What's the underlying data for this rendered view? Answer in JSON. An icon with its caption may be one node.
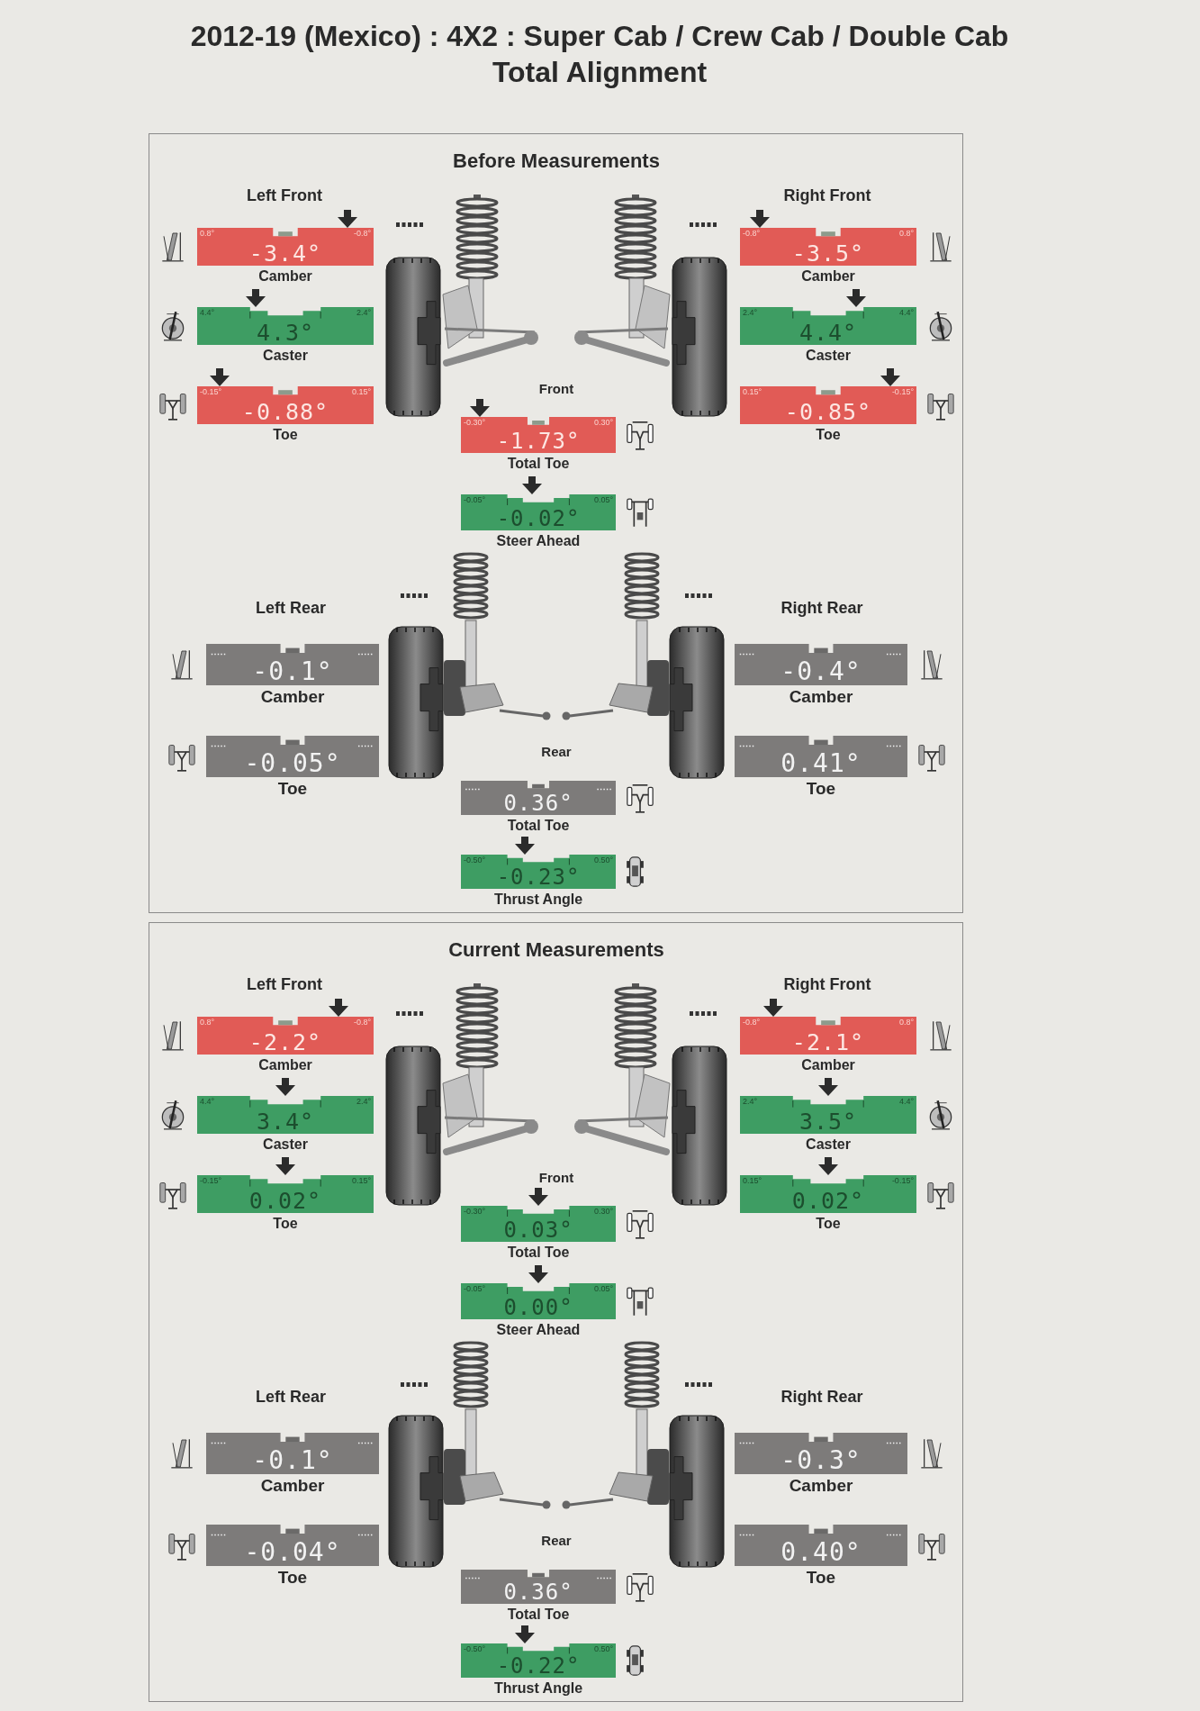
{
  "diagram": {
    "title": "2012-19 (Mexico) : 4X2 : Super Cab / Crew Cab / Double Cab",
    "nodes": [
      {
        "text": [
          "Before Measurements"
        ]
      },
      {
        "text": [
          "0.8°",
          "-0.8°",
          "-3.4°"
        ],
        "in": 0,
        "beside": [
          "Camber"
        ]
      },
      {
        "text": [
          "4.4°",
          "2.4°",
          "4.3°"
        ],
        "in": 0,
        "beside": [
          "Caster"
        ]
      },
      {
        "text": [
          "-0.15°",
          "0.15°",
          "-0.88°"
        ],
        "in": 0,
        "beside": [
          "Toe"
        ]
      },
      {
        "text": [
          "-0.8°",
          "0.8°",
          "-3.5°"
        ],
        "in": 0,
        "beside": [
          "Camber"
        ]
      },
      {
        "text": [
          "2.4°",
          "4.4°",
          "4.4°"
        ],
        "in": 0,
        "beside": [
          "Caster"
        ]
      },
      {
        "text": [
          "0.15°",
          "-0.15°",
          "-0.85°"
        ],
        "in": 0,
        "beside": [
          "Toe"
        ]
      },
      {
        "text": [
          "-0.30°",
          "0.30°",
          "-1.73°"
        ],
        "in": 0,
        "beside": [
          "Total Toe"
        ]
      },
      {
        "text": [
          "-0.05°",
          "0.05°",
          "-0.02°"
        ],
        "in": 0,
        "beside": [
          "Steer Ahead"
        ]
      },
      {
        "text": [
          "-0.1°"
        ],
        "in": 0,
        "beside": [
          "Camber"
        ]
      },
      {
        "text": [
          "-0.05°"
        ],
        "in": 0,
        "beside": [
          "Toe"
        ]
      },
      {
        "text": [
          "-0.4°"
        ],
        "in": 0,
        "beside": [
          "Camber"
        ]
      },
      {
        "text": [
          "0.41°"
        ],
        "in": 0,
        "beside": [
          "Toe"
        ]
      },
      {
        "text": [
          "0.36°"
        ],
        "in": 0,
        "beside": [
          "Total Toe"
        ]
      },
      {
        "text": [
          "-0.50°",
          "0.50°",
          "-0.23°"
        ],
        "in": 0,
        "beside": [
          "Thrust Angle"
        ]
      },
      {
        "text": [
          "Current Measurements"
        ]
      },
      {
        "text": [
          "0.8°",
          "-0.8°",
          "-2.2°"
        ],
        "in": 15,
        "beside": [
          "Camber"
        ]
      },
      {
        "text": [
          "4.4°",
          "2.4°",
          "3.4°"
        ],
        "in": 15,
        "beside": [
          "Caster"
        ]
      },
      {
        "text": [
          "-0.15°",
          "0.15°",
          "0.02°"
        ],
        "in": 15,
        "beside": [
          "Toe"
        ]
      },
      {
        "text": [
          "-0.8°",
          "0.8°",
          "-2.1°"
        ],
        "in": 15,
        "beside": [
          "Camber"
        ]
      },
      {
        "text": [
          "2.4°",
          "4.4°",
          "3.5°"
        ],
        "in": 15,
        "beside": [
          "Caster"
        ]
      },
      {
        "text": [
          "0.15°",
          "-0.15°",
          "0.02°"
        ],
        "in": 15,
        "beside": [
          "Toe"
        ]
      },
      {
        "text": [
          "-0.30°",
          "0.30°",
          "0.03°"
        ],
        "in": 15,
        "beside": [
          "Total Toe"
        ]
      },
      {
        "text": [
          "-0.05°",
          "0.05°",
          "0.00°"
        ],
        "in": 15,
        "beside": [
          "Steer Ahead"
        ]
      },
      {
        "text": [
          "-0.1°"
        ],
        "in": 15,
        "beside": [
          "Camber"
        ]
      },
      {
        "text": [
          "-0.04°"
        ],
        "in": 15,
        "beside": [
          "Toe"
        ]
      },
      {
        "text": [
          "-0.3°"
        ],
        "in": 15,
        "beside": [
          "Camber"
        ]
      },
      {
        "text": [
          "0.40°"
        ],
        "in": 15,
        "beside": [
          "Toe"
        ]
      },
      {
        "text": [
          "0.36°"
        ],
        "in": 15,
        "beside": [
          "Total Toe"
        ]
      },
      {
        "text": [
          "-0.50°",
          "0.50°",
          "-0.22°"
        ],
        "in": 15,
        "beside": [
          "Thrust Angle"
        ]
      }
    ],
    "labels": [
      "Total Alignment",
      "Left Front",
      "Right Front",
      "Front",
      "Left Rear",
      "Right Rear",
      "Rear",
      "Left Front",
      "Right Front",
      "Front",
      "Left Rear",
      "Right Rear",
      "Rear"
    ]
  }
}
